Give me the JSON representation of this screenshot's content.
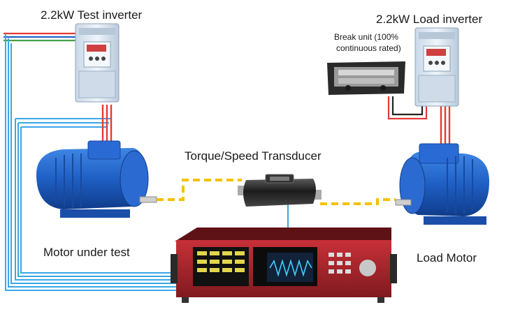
{
  "labels": {
    "test_inverter": "2.2kW Test inverter",
    "load_inverter": "2.2kW Load inverter",
    "break_unit_line1": "Break unit (100%",
    "break_unit_line2": "continuous rated)",
    "transducer": "Torque/Speed Transducer",
    "motor_under_test": "Motor under test",
    "load_motor": "Load Motor"
  },
  "colors": {
    "power_red": "#e53935",
    "power_blue": "#1e63c8",
    "power_green": "#43a047",
    "signal_cyan": "#3aa6e6",
    "mechanical_link": "#f5c000",
    "motor_blue": "#1f5fc4",
    "analyzer_red": "#b3262b",
    "inverter_body": "#dde8f3"
  },
  "icons": [
    "motor-icon",
    "inverter-icon",
    "brake-resistor-icon",
    "transducer-icon",
    "power-analyzer-icon"
  ]
}
